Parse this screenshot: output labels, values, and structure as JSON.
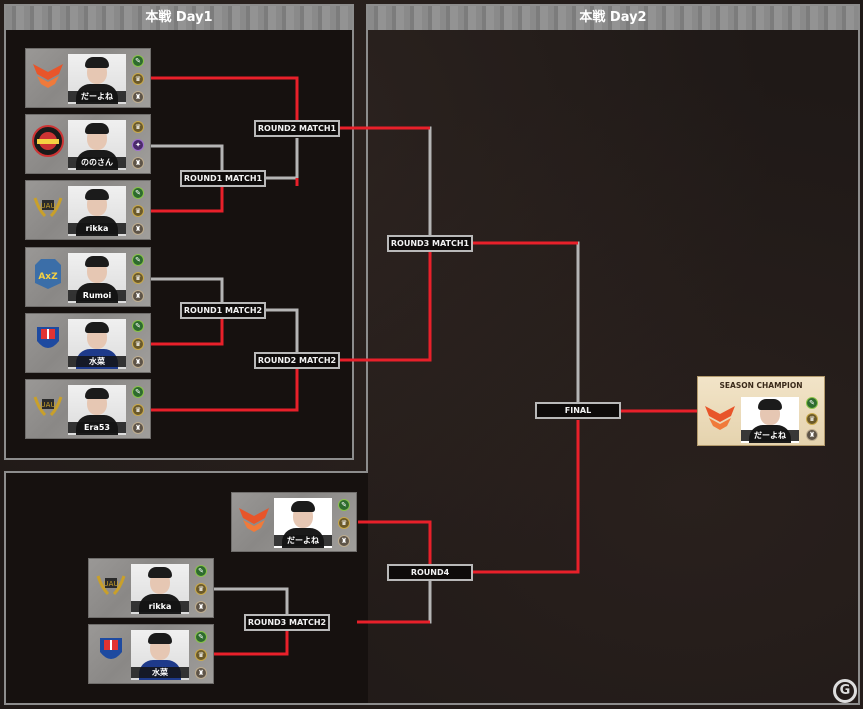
{
  "panels": {
    "day1_title": "本戦 Day1",
    "day2_title": "本戦 Day2"
  },
  "matches": {
    "r1m1": "ROUND1 MATCH1",
    "r1m2": "ROUND1 MATCH2",
    "r2m1": "ROUND2 MATCH1",
    "r2m2": "ROUND2 MATCH2",
    "r3m1": "ROUND3 MATCH1",
    "r3m2": "ROUND3 MATCH2",
    "r4": "ROUND4",
    "final": "FINAL"
  },
  "players": {
    "p1": {
      "name": "だーよね",
      "team_logo": "orange-wings-logo"
    },
    "p2": {
      "name": "ののさん",
      "team_logo": "red-round-emblem-logo"
    },
    "p3": {
      "name": "rikka",
      "team_logo": "gold-laurel-logo"
    },
    "p4": {
      "name": "Rumoi",
      "team_logo": "axiz-logo"
    },
    "p5": {
      "name": "水菜",
      "team_logo": "blue-red-crest-logo"
    },
    "p6": {
      "name": "Era53",
      "team_logo": "gold-laurel-logo"
    },
    "b1": {
      "name": "だーよね",
      "team_logo": "orange-wings-logo"
    },
    "b2": {
      "name": "rikka",
      "team_logo": "gold-laurel-logo"
    },
    "b3": {
      "name": "水菜",
      "team_logo": "blue-red-crest-logo"
    }
  },
  "champion": {
    "title": "SEASON CHAMPION",
    "name": "だーよね",
    "team_logo": "orange-wings-logo"
  },
  "colors": {
    "winner_line": "#e8202a",
    "loser_line": "#b5b5b5",
    "background": "#1f1917"
  },
  "watermark": "G"
}
